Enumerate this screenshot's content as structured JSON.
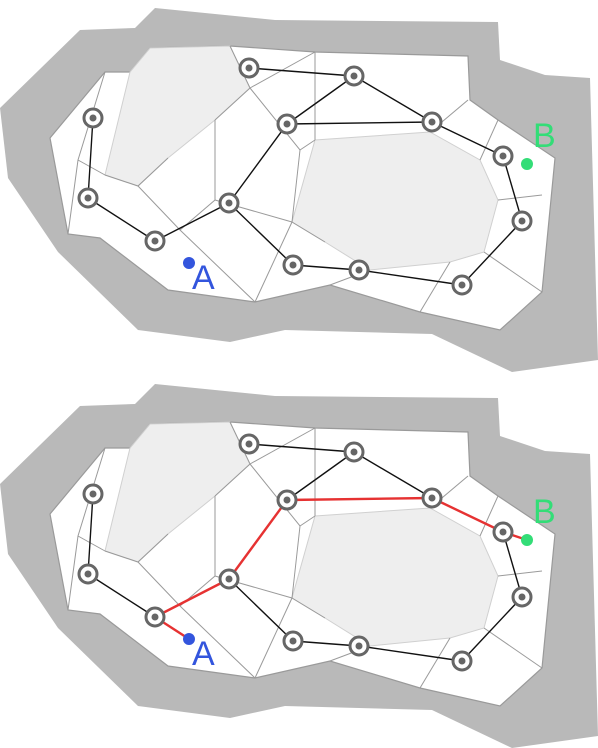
{
  "colors": {
    "outer_wall": "#b9b9b9",
    "floor": "#ffffff",
    "obstacle": "#eeeeee",
    "cell_edge": "#9a9a9a",
    "graph_edge": "#111111",
    "path": "#e63232",
    "start": "#3355dd",
    "goal": "#33dd77",
    "node": "#666666"
  },
  "panels": [
    {
      "id": "top",
      "start_label": "A",
      "goal_label": "B",
      "shows_path": false
    },
    {
      "id": "bottom",
      "start_label": "A",
      "goal_label": "B",
      "shows_path": true
    }
  ]
}
